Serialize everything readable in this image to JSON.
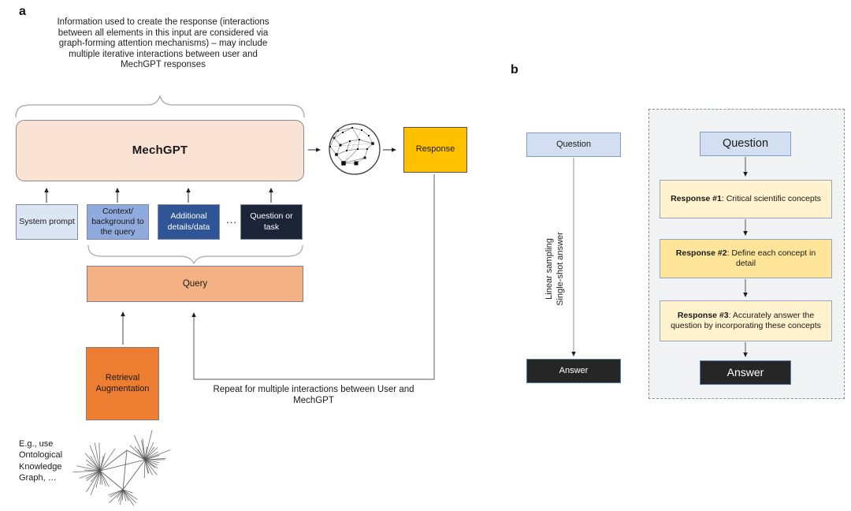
{
  "panel_a": {
    "label": "a",
    "annotation": "Information used to create the response (interactions between all elements in this input are considered via graph-forming attention mechanisms) – may include multiple iterative interactions between user and MechGPT responses",
    "mechgpt_label": "MechGPT",
    "response_label": "Response",
    "inputs": [
      {
        "label": "System prompt",
        "fill": "#DCE5F3"
      },
      {
        "label": "Context/ background to the query",
        "fill": "#8FAADC"
      },
      {
        "label": "Additional details/data",
        "fill": "#2F5597"
      },
      {
        "label": "Question or task",
        "fill": "#1B2537"
      }
    ],
    "ellipsis": "...",
    "query_label": "Query",
    "retrieval_label": "Retrieval Augmentation",
    "repeat_note": "Repeat for multiple interactions between User and MechGPT",
    "example_note": "E.g., use Ontological Knowledge Graph,  …",
    "icons": [
      "network-graph-globe-icon",
      "knowledge-graph-sketch"
    ]
  },
  "panel_b": {
    "label": "b",
    "linear": {
      "question": "Question",
      "axis": [
        "Linear sampling",
        "Single-shot answer"
      ],
      "answer": "Answer"
    },
    "sampled": {
      "question": "Question",
      "responses": [
        {
          "bold": "Response #1",
          "rest": ": Critical scientific concepts"
        },
        {
          "bold": "Response #2",
          "rest": ": Define each concept in detail"
        },
        {
          "bold": "Response #3",
          "rest": ": Accurately answer the question by incorporating these concepts"
        }
      ],
      "answer": "Answer"
    }
  },
  "colors": {
    "mechgpt": "#FAE3D4",
    "query": "#F4B183",
    "retrieval": "#ED7D31",
    "response": "#FFC000",
    "input_system": "#DCE5F3",
    "input_context": "#8FAADC",
    "input_details": "#2F5597",
    "input_question": "#1B2537",
    "b_question": "#D3DFF1",
    "b_question_border": "#7E9CC8",
    "resp_cream": "#FFF2CC",
    "resp_yellow": "#FFE599",
    "resp_border": "#97A4BE",
    "answer_bg": "#262626",
    "answer_border": "#5D7FA8",
    "panel_bg": "#F1F2F3"
  }
}
